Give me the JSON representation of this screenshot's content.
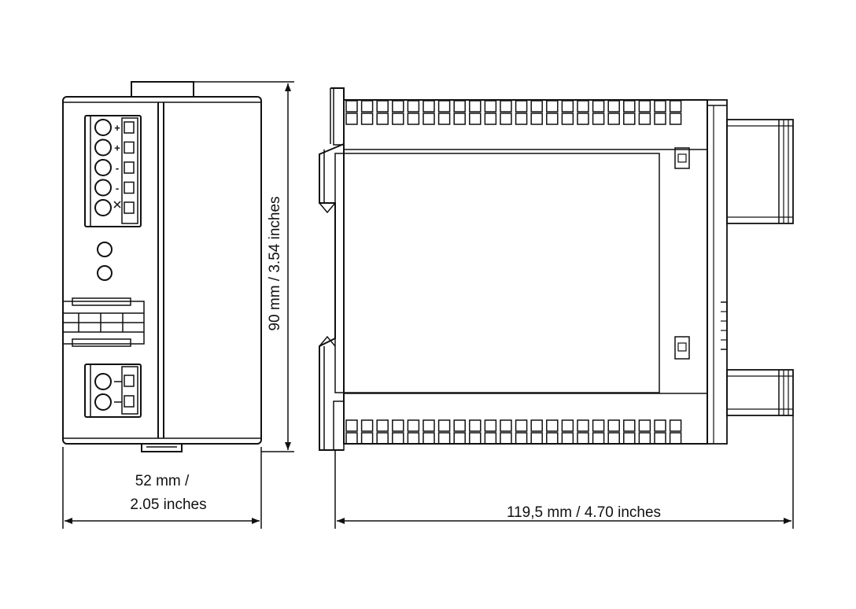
{
  "dimensions": {
    "width": {
      "line1": "52 mm /",
      "line2": "2.05 inches"
    },
    "height": "90 mm / 3.54 inches",
    "depth": "119,5 mm / 4.70 inches"
  },
  "terminals": {
    "input_labels": [
      "+",
      "+",
      "-",
      "-",
      ""
    ]
  },
  "colors": {
    "line": "#111111",
    "background": "#ffffff"
  }
}
